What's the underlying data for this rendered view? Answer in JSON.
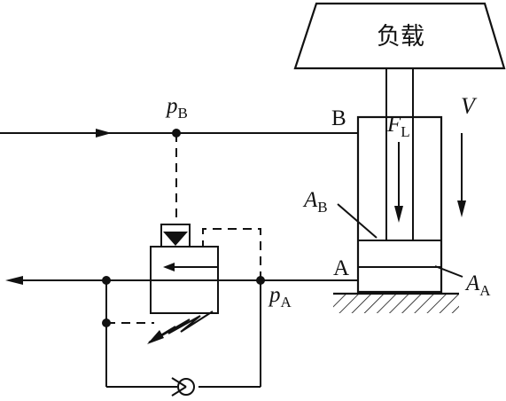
{
  "load": {
    "label": "负载"
  },
  "cylinder": {
    "port_b": "B",
    "port_a": "A",
    "force": {
      "symbol": "F",
      "sub": "L"
    },
    "velocity": "V",
    "area_b": {
      "symbol": "A",
      "sub": "B"
    },
    "area_a": {
      "symbol": "A",
      "sub": "A"
    }
  },
  "pressures": {
    "p_b": {
      "symbol": "p",
      "sub": "B"
    },
    "p_a": {
      "symbol": "p",
      "sub": "A"
    }
  },
  "colors": {
    "line": "#111111",
    "background": "#ffffff"
  }
}
